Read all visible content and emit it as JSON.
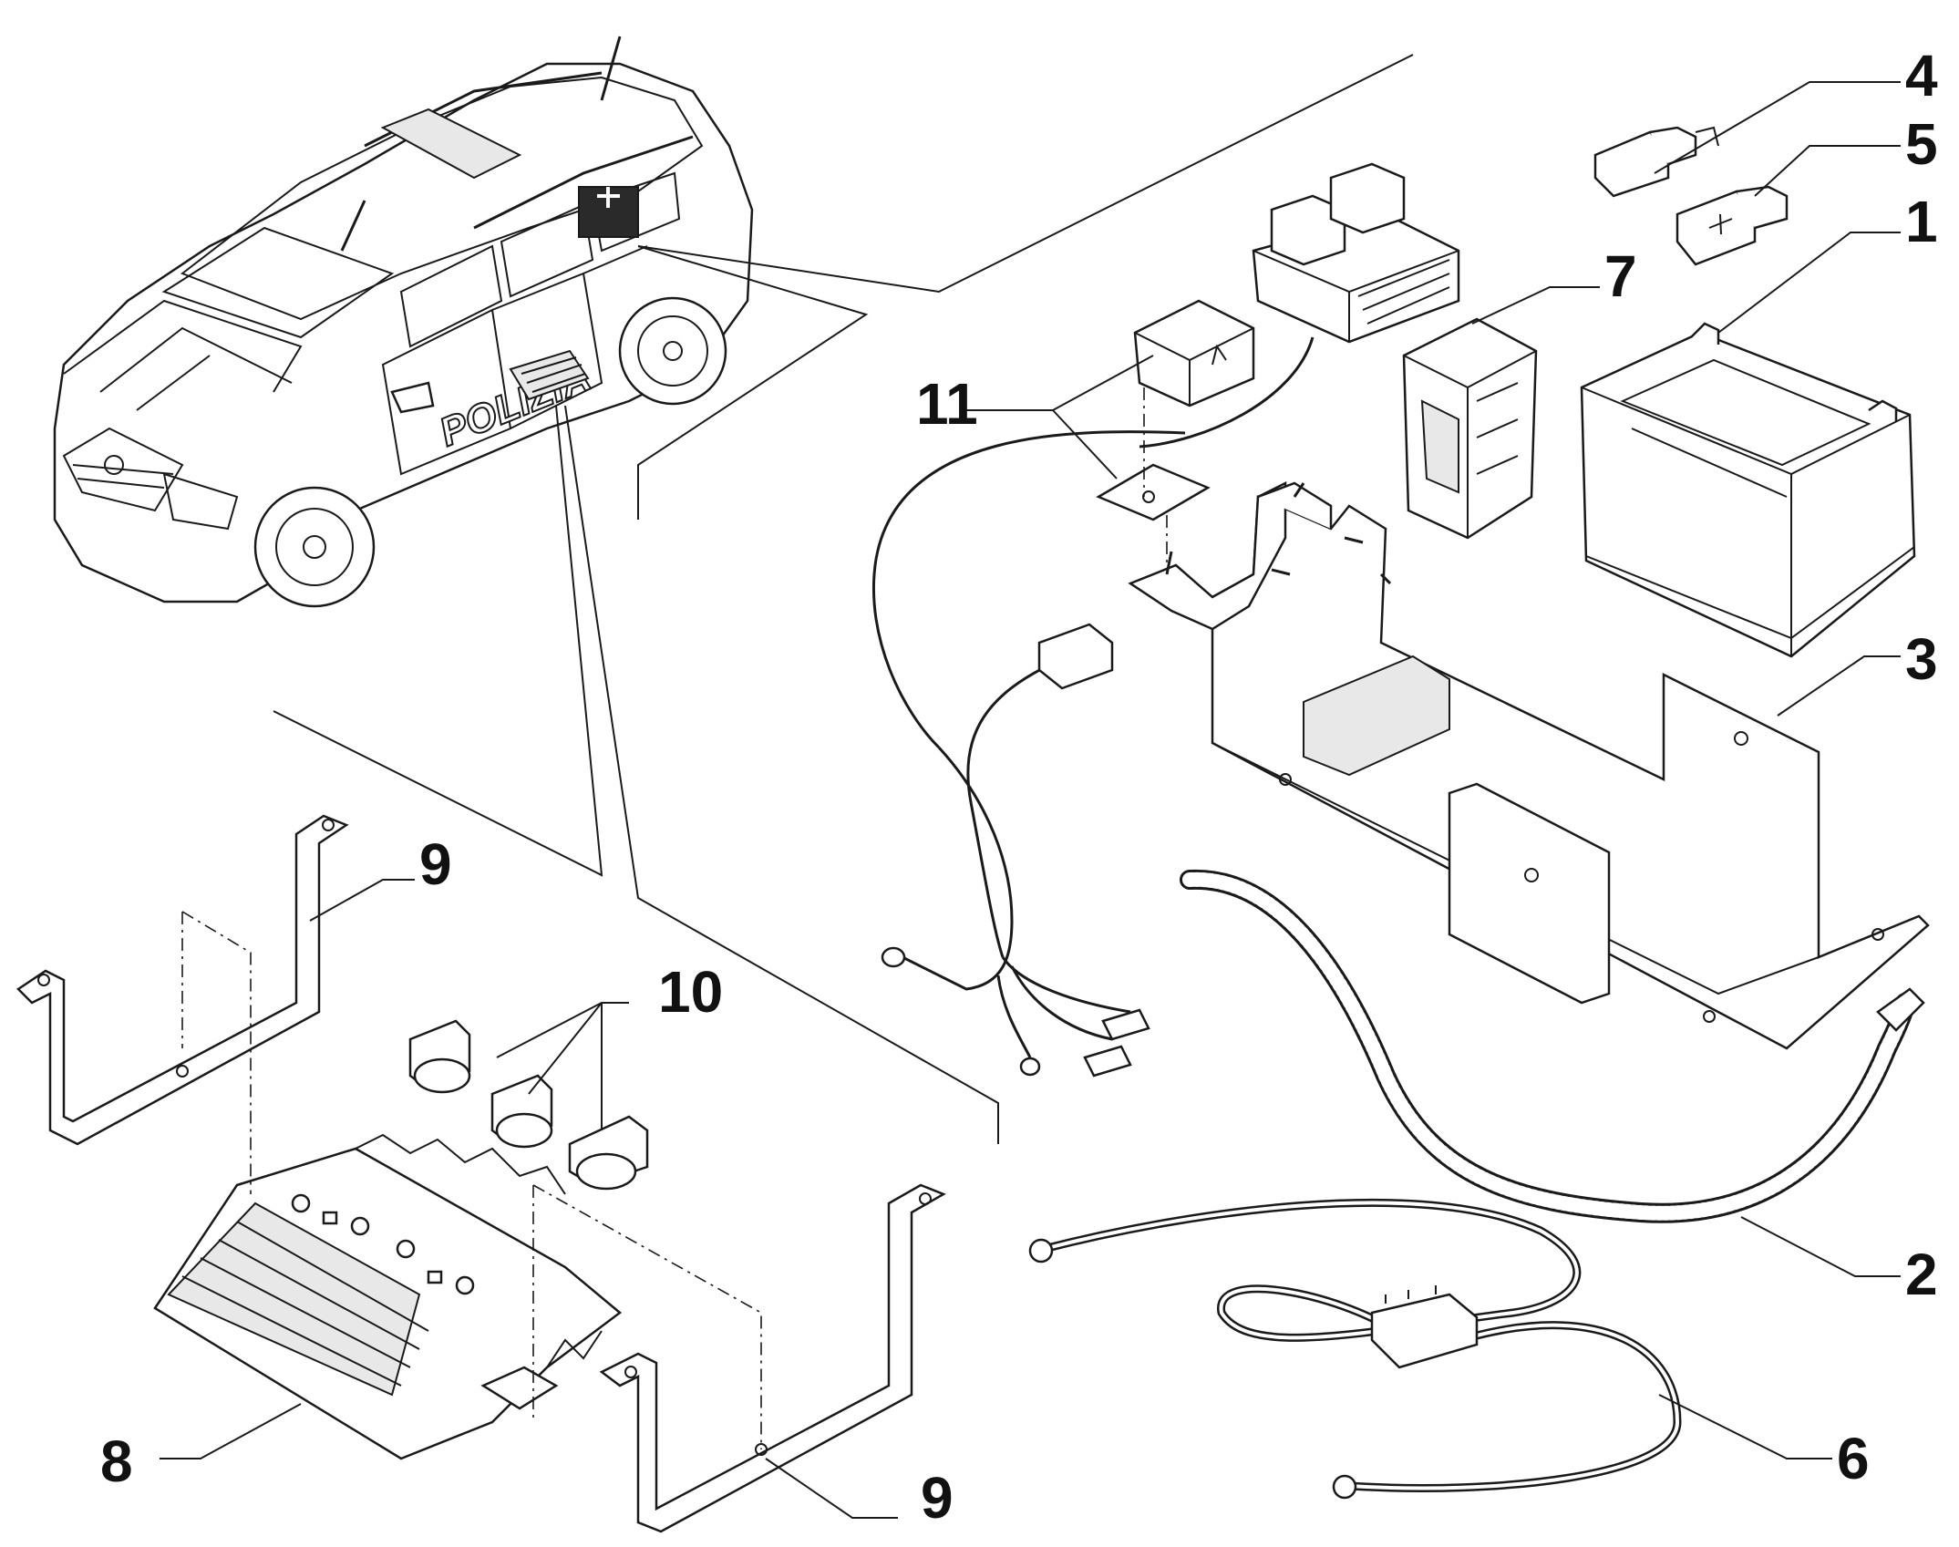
{
  "diagram": {
    "callouts": [
      {
        "id": "label-1",
        "text": "1"
      },
      {
        "id": "label-2",
        "text": "2"
      },
      {
        "id": "label-3",
        "text": "3"
      },
      {
        "id": "label-4",
        "text": "4"
      },
      {
        "id": "label-5",
        "text": "5"
      },
      {
        "id": "label-6",
        "text": "6"
      },
      {
        "id": "label-7",
        "text": "7"
      },
      {
        "id": "label-8",
        "text": "8"
      },
      {
        "id": "label-9-top",
        "text": "9"
      },
      {
        "id": "label-9-bottom",
        "text": "9"
      },
      {
        "id": "label-10",
        "text": "10"
      },
      {
        "id": "label-11",
        "text": "11"
      }
    ],
    "vehicle": {
      "door_lettering": "POLIZIA"
    }
  }
}
